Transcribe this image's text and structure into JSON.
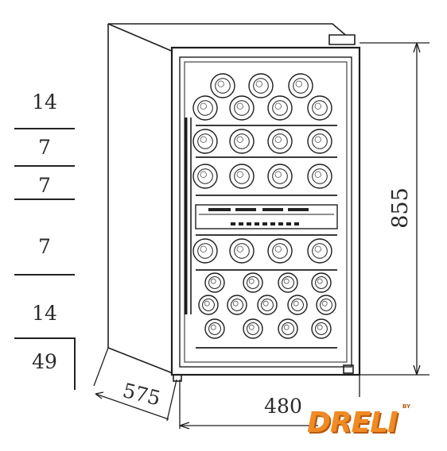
{
  "shelf_counts": [
    {
      "value": "14"
    },
    {
      "value": "7"
    },
    {
      "value": "7"
    },
    {
      "value": "7"
    },
    {
      "value": "14"
    }
  ],
  "total_count": "49",
  "dimensions": {
    "height": "855",
    "width": "480",
    "depth": "575"
  },
  "logo": {
    "text": "DRELI",
    "by": "BY"
  }
}
